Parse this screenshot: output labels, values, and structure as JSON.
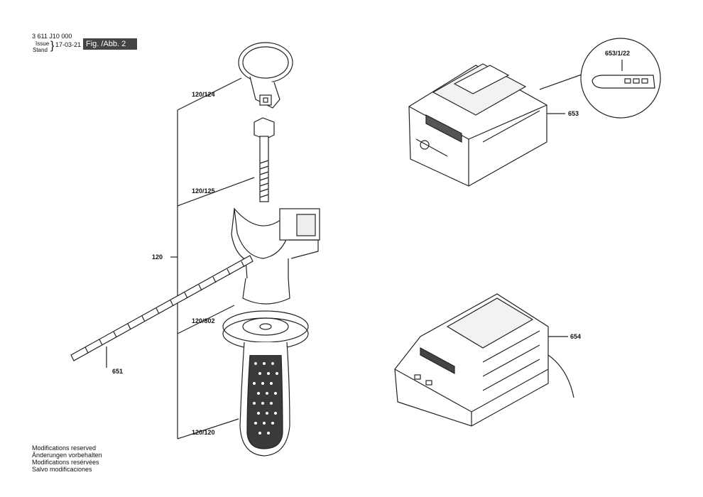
{
  "header": {
    "doc_number": "3 611 J10 000",
    "issue_label": "Issue",
    "stand_label": "Stand",
    "date": "17-03-21",
    "fig_label": "Fig. /Abb. 2"
  },
  "part_labels": {
    "p120_124": "120/124",
    "p120_125": "120/125",
    "p120": "120",
    "p120_802": "120/802",
    "p651": "651",
    "p120_120": "120/120",
    "p653": "653",
    "p653_1_22": "653/1/22",
    "p654": "654"
  },
  "footer": {
    "line_en": "Modifications reserved",
    "line_de": "Änderungen vorbehalten",
    "line_fr": "Modifications resérvées",
    "line_es": "Salvo modificaciones"
  },
  "colors": {
    "line": "#222222",
    "fill_light": "#f2f2f2",
    "fill_dark": "#555555",
    "fig_bg": "#444444"
  }
}
